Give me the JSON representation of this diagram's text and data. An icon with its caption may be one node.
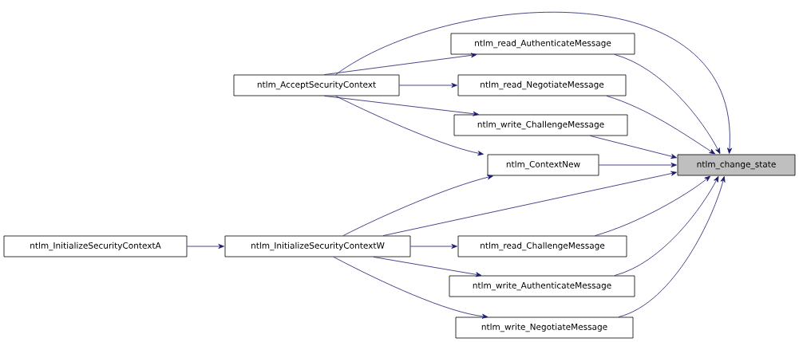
{
  "diagram": {
    "nodes": [
      {
        "text": [
          "ntlm_change_state"
        ]
      },
      {
        "text": [
          "ntlm_AcceptSecurityContext"
        ]
      },
      {
        "text": [
          "ntlm_read_AuthenticateMessage"
        ]
      },
      {
        "text": [
          "ntlm_read_NegotiateMessage"
        ]
      },
      {
        "text": [
          "ntlm_write_ChallengeMessage"
        ]
      },
      {
        "text": [
          "ntlm_ContextNew"
        ]
      },
      {
        "text": [
          "ntlm_InitializeSecurityContextA"
        ]
      },
      {
        "text": [
          "ntlm_InitializeSecurityContextW"
        ]
      },
      {
        "text": [
          "ntlm_read_ChallengeMessage"
        ]
      },
      {
        "text": [
          "ntlm_write_AuthenticateMessage"
        ]
      },
      {
        "text": [
          "ntlm_write_NegotiateMessage"
        ]
      }
    ],
    "edges": [
      {
        "from": 1,
        "to": 0,
        "arrow": "to"
      },
      {
        "from": 1,
        "to": 2,
        "arrow": "to"
      },
      {
        "from": 1,
        "to": 3,
        "arrow": "to"
      },
      {
        "from": 1,
        "to": 4,
        "arrow": "to"
      },
      {
        "from": 1,
        "to": 5,
        "arrow": "to"
      },
      {
        "from": 2,
        "to": 0,
        "arrow": "to"
      },
      {
        "from": 3,
        "to": 0,
        "arrow": "to"
      },
      {
        "from": 4,
        "to": 0,
        "arrow": "to"
      },
      {
        "from": 5,
        "to": 0,
        "arrow": "to"
      },
      {
        "from": 7,
        "to": 5,
        "arrow": "to"
      },
      {
        "from": 7,
        "to": 0,
        "arrow": "to"
      },
      {
        "from": 7,
        "to": 8,
        "arrow": "to"
      },
      {
        "from": 7,
        "to": 9,
        "arrow": "to"
      },
      {
        "from": 7,
        "to": 10,
        "arrow": "to"
      },
      {
        "from": 8,
        "to": 0,
        "arrow": "to"
      },
      {
        "from": 9,
        "to": 0,
        "arrow": "to"
      },
      {
        "from": 10,
        "to": 0,
        "arrow": "to"
      },
      {
        "from": 6,
        "to": 7,
        "arrow": "to"
      }
    ]
  }
}
